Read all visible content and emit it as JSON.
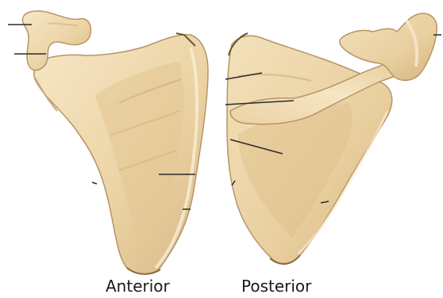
{
  "figure": {
    "views": [
      {
        "id": "anterior",
        "caption": "Anterior"
      },
      {
        "id": "posterior",
        "caption": "Posterior"
      }
    ],
    "colors": {
      "background": "#ffffff",
      "bone_light": "#f4e3be",
      "bone_mid": "#e7cc9c",
      "bone_shadow": "#c9a978",
      "bone_edge": "#b89464",
      "leader_line": "#2b2b2b"
    }
  }
}
